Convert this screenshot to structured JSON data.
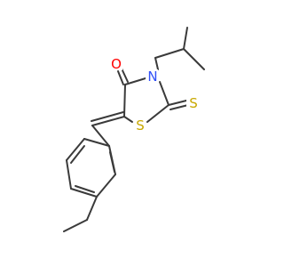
{
  "molecule": {
    "atoms": {
      "oxygen": "O",
      "nitrogen": "N",
      "sulfur_ring": "S",
      "sulfur_thione": "S"
    },
    "colors": {
      "bond": "#3a3a3a",
      "oxygen": "#ff0000",
      "nitrogen": "#3050f8",
      "sulfur": "#c8a800"
    }
  }
}
